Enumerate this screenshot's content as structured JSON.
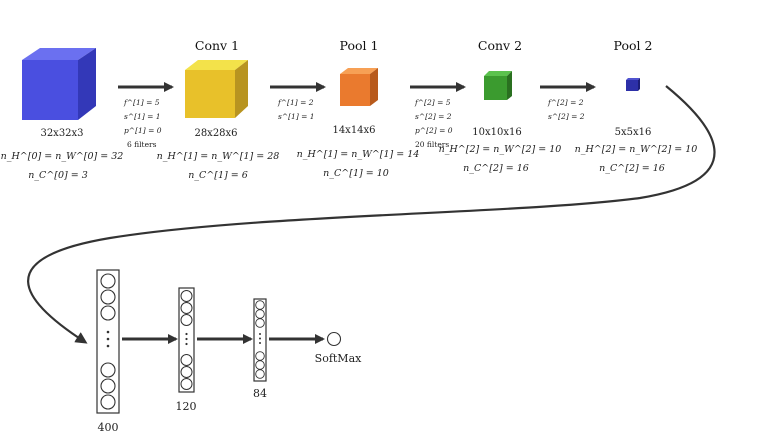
{
  "stages": [
    {
      "title": "",
      "dims": "32x32x3",
      "hw": "n_H^[0] = n_W^[0] = 32",
      "c": "n_C^[0] = 3",
      "color_front": "#4a4fe0",
      "color_top": "#6b70f0",
      "color_side": "#3338b8"
    },
    {
      "title": "Conv 1",
      "dims": "28x28x6",
      "hw": "n_H^[1] = n_W^[1] = 28",
      "c": "n_C^[1] = 6",
      "color_front": "#e8c12a",
      "color_top": "#f3e24a",
      "color_side": "#b89420"
    },
    {
      "title": "Pool 1",
      "dims": "14x14x6",
      "hw": "n_H^[1] = n_W^[1] = 14",
      "c": "n_C^[1] = 10",
      "color_front": "#ea7a2e",
      "color_top": "#f7a055",
      "color_side": "#b85a1c"
    },
    {
      "title": "Conv 2",
      "dims": "10x10x16",
      "hw": "n_H^[2] = n_W^[2] = 10",
      "c": "n_C^[2] = 16",
      "color_front": "#3b9b2f",
      "color_top": "#5bc24d",
      "color_side": "#2a7020"
    },
    {
      "title": "Pool 2",
      "dims": "5x5x16",
      "hw": "n_H^[2] = n_W^[2] = 10",
      "c": "n_C^[2] = 16",
      "color_front": "#2d30a8",
      "color_top": "#5053d0",
      "color_side": "#1c1e78"
    }
  ],
  "ops": [
    {
      "lines": [
        "f^[1] = 5",
        "s^[1] = 1",
        "p^[1] = 0",
        "6 filters"
      ]
    },
    {
      "lines": [
        "f^[1] = 2",
        "s^[1] = 1"
      ]
    },
    {
      "lines": [
        "f^[2] = 5",
        "s^[2] = 2",
        "p^[2] = 0",
        "20 filters"
      ]
    },
    {
      "lines": [
        "f^[2] = 2",
        "s^[2] = 2"
      ]
    }
  ],
  "fc_layers": [
    {
      "label": "400"
    },
    {
      "label": "120"
    },
    {
      "label": "84"
    }
  ],
  "output_label": "SoftMax",
  "colors": {
    "arrow": "#333333",
    "line": "#333333"
  }
}
